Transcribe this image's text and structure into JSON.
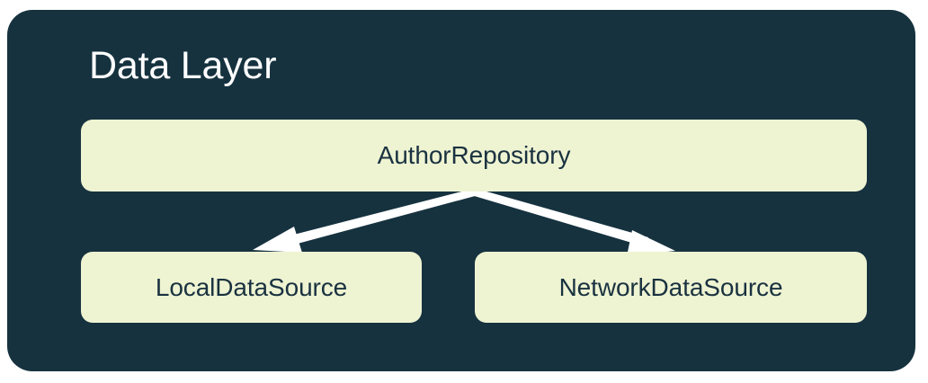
{
  "diagram": {
    "type": "architecture-layer-diagram",
    "title": "Data Layer",
    "container_color": "#16323F",
    "node_color": "#EEF3D2",
    "node_text_color": "#1A3240",
    "title_color": "#FFFFFF",
    "arrow_color": "#FFFFFF",
    "nodes": [
      {
        "id": "repository",
        "label": "AuthorRepository",
        "role": "repository"
      },
      {
        "id": "local",
        "label": "LocalDataSource",
        "role": "data-source"
      },
      {
        "id": "network",
        "label": "NetworkDataSource",
        "role": "data-source"
      }
    ],
    "edges": [
      {
        "from": "repository",
        "to": "local",
        "style": "solid-arrow"
      },
      {
        "from": "repository",
        "to": "network",
        "style": "solid-arrow"
      }
    ]
  }
}
